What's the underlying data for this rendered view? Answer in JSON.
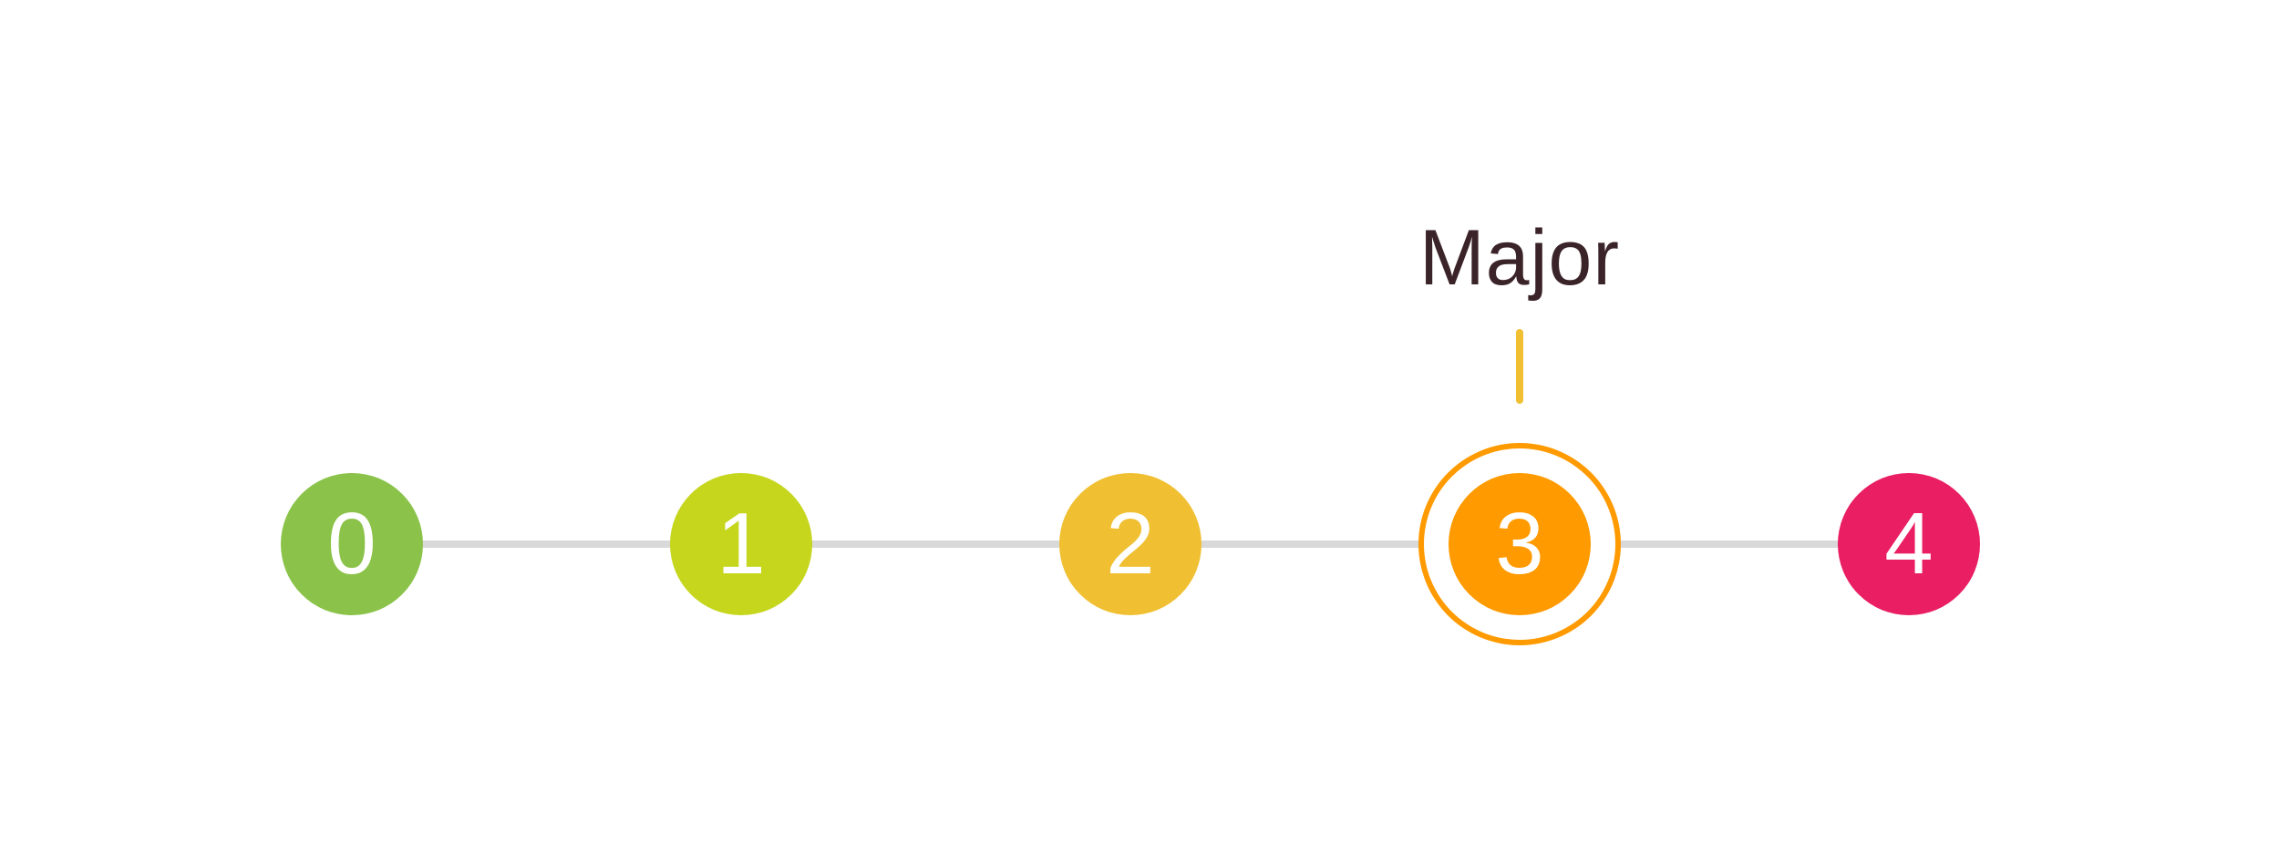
{
  "colors": {
    "track": "#d9d9d9",
    "label_text": "#3b2429",
    "step_0": "#8bc34a",
    "step_1": "#c5d61d",
    "step_2": "#f0c032",
    "step_3": "#ff9a00",
    "step_4": "#e91e63",
    "pointer": "#f0c032"
  },
  "scale": {
    "steps": [
      "0",
      "1",
      "2",
      "3",
      "4"
    ],
    "selected_index": 3,
    "selected_label": "Major"
  }
}
